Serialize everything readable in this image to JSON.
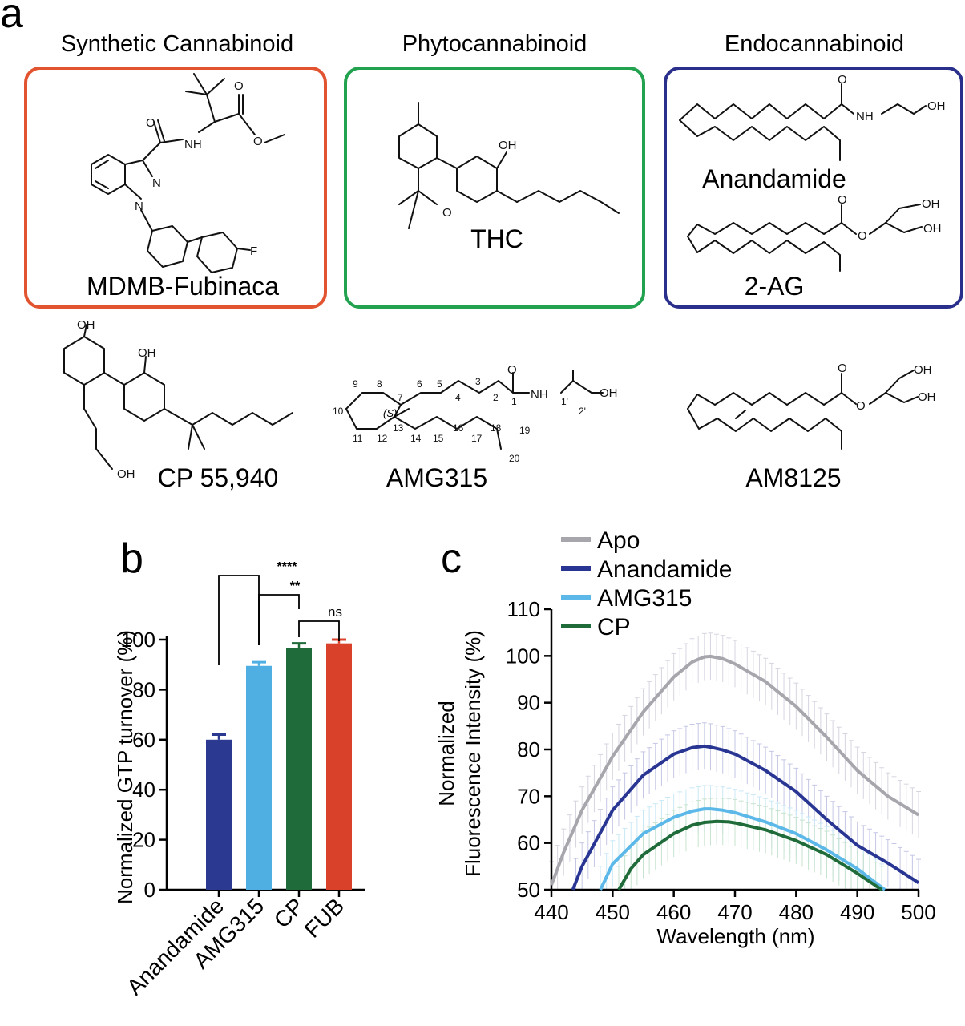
{
  "panels": {
    "a": "a",
    "b": "b",
    "c": "c"
  },
  "classes": [
    {
      "title": "Synthetic Cannabinoid",
      "color": "#e2532f",
      "compounds": [
        "MDMB-Fubinaca"
      ]
    },
    {
      "title": "Phytocannabinoid",
      "color": "#22a14e",
      "compounds": [
        "THC"
      ]
    },
    {
      "title": "Endocannabinoid",
      "color": "#2b2f8c",
      "compounds": [
        "Anandamide",
        "2-AG"
      ]
    }
  ],
  "other_compounds": [
    "CP 55,940",
    "AMG315",
    "AM8125"
  ],
  "atom_labels": {
    "oh": "OH",
    "nh": "NH",
    "n": "N",
    "o": "O",
    "f": "F",
    "s": "(S)"
  },
  "amg315_numbering": [
    "1",
    "2",
    "3",
    "4",
    "5",
    "6",
    "7",
    "8",
    "9",
    "10",
    "11",
    "12",
    "13",
    "14",
    "15",
    "16",
    "17",
    "18",
    "19",
    "20",
    "1'",
    "2'"
  ],
  "chart_data": [
    {
      "type": "bar",
      "panel": "b",
      "ylabel": "Normalized GTP turnover (%)",
      "categories": [
        "Anandamide",
        "AMG315",
        "CP",
        "FUB"
      ],
      "values": [
        60,
        89.5,
        96.5,
        98.5
      ],
      "errors": [
        2,
        1.5,
        2,
        1.5
      ],
      "colors": [
        "#2b3990",
        "#4fafe3",
        "#1f6b3a",
        "#d9412b"
      ],
      "ylim": [
        0,
        100
      ],
      "yticks": [
        0,
        20,
        40,
        60,
        80,
        100
      ],
      "significance": [
        {
          "pair": [
            "Anandamide",
            "AMG315"
          ],
          "label": "****"
        },
        {
          "pair": [
            "AMG315",
            "CP"
          ],
          "label": "**"
        },
        {
          "pair": [
            "CP",
            "FUB"
          ],
          "label": "ns"
        }
      ]
    },
    {
      "type": "line",
      "panel": "c",
      "xlabel": "Wavelength (nm)",
      "ylabel_lines": [
        "Normalized",
        "Fluorescence Intensity (%)"
      ],
      "xlim": [
        440,
        500
      ],
      "ylim": [
        50,
        110
      ],
      "xticks": [
        440,
        450,
        460,
        470,
        480,
        490,
        500
      ],
      "yticks": [
        50,
        60,
        70,
        80,
        90,
        100,
        110
      ],
      "legend_position": "top",
      "series": [
        {
          "name": "Apo",
          "color": "#a7a6ad",
          "error_color": "#d6d5e0",
          "x": [
            440,
            442,
            445,
            450,
            455,
            460,
            463,
            465,
            466,
            468,
            470,
            475,
            480,
            485,
            490,
            495,
            500
          ],
          "y": [
            51,
            58,
            67,
            78.5,
            88,
            95.5,
            98.7,
            99.8,
            99.9,
            99.4,
            98.3,
            94.5,
            89.2,
            82.6,
            75.5,
            70,
            66
          ]
        },
        {
          "name": "Anandamide",
          "color": "#283593",
          "error_color": "#c5c7e6",
          "x": [
            443.5,
            445,
            450,
            455,
            460,
            463,
            465,
            466,
            468,
            470,
            475,
            480,
            485,
            490,
            495,
            500
          ],
          "y": [
            50,
            55,
            67,
            74.5,
            79,
            80.4,
            80.7,
            80.5,
            79.9,
            79,
            75.5,
            71,
            65,
            59.5,
            55.7,
            51.5
          ]
        },
        {
          "name": "AMG315",
          "color": "#5bb8e8",
          "error_color": "#c9e8f6",
          "x": [
            448,
            450,
            455,
            460,
            463,
            465,
            466,
            468,
            470,
            475,
            480,
            485,
            490,
            494.5
          ],
          "y": [
            50,
            55.5,
            62,
            65.5,
            66.8,
            67.3,
            67.3,
            67,
            66.5,
            64.5,
            62,
            58.5,
            54.5,
            50
          ]
        },
        {
          "name": "CP",
          "color": "#1f6b3a",
          "error_color": "#c7e3cf",
          "x": [
            451,
            453,
            455,
            460,
            463,
            465,
            467,
            469,
            470,
            475,
            480,
            485,
            490,
            494
          ],
          "y": [
            50,
            54.5,
            57.5,
            62,
            63.8,
            64.4,
            64.6,
            64.5,
            64.3,
            62.8,
            60.5,
            57.5,
            53.5,
            50
          ]
        }
      ]
    }
  ]
}
